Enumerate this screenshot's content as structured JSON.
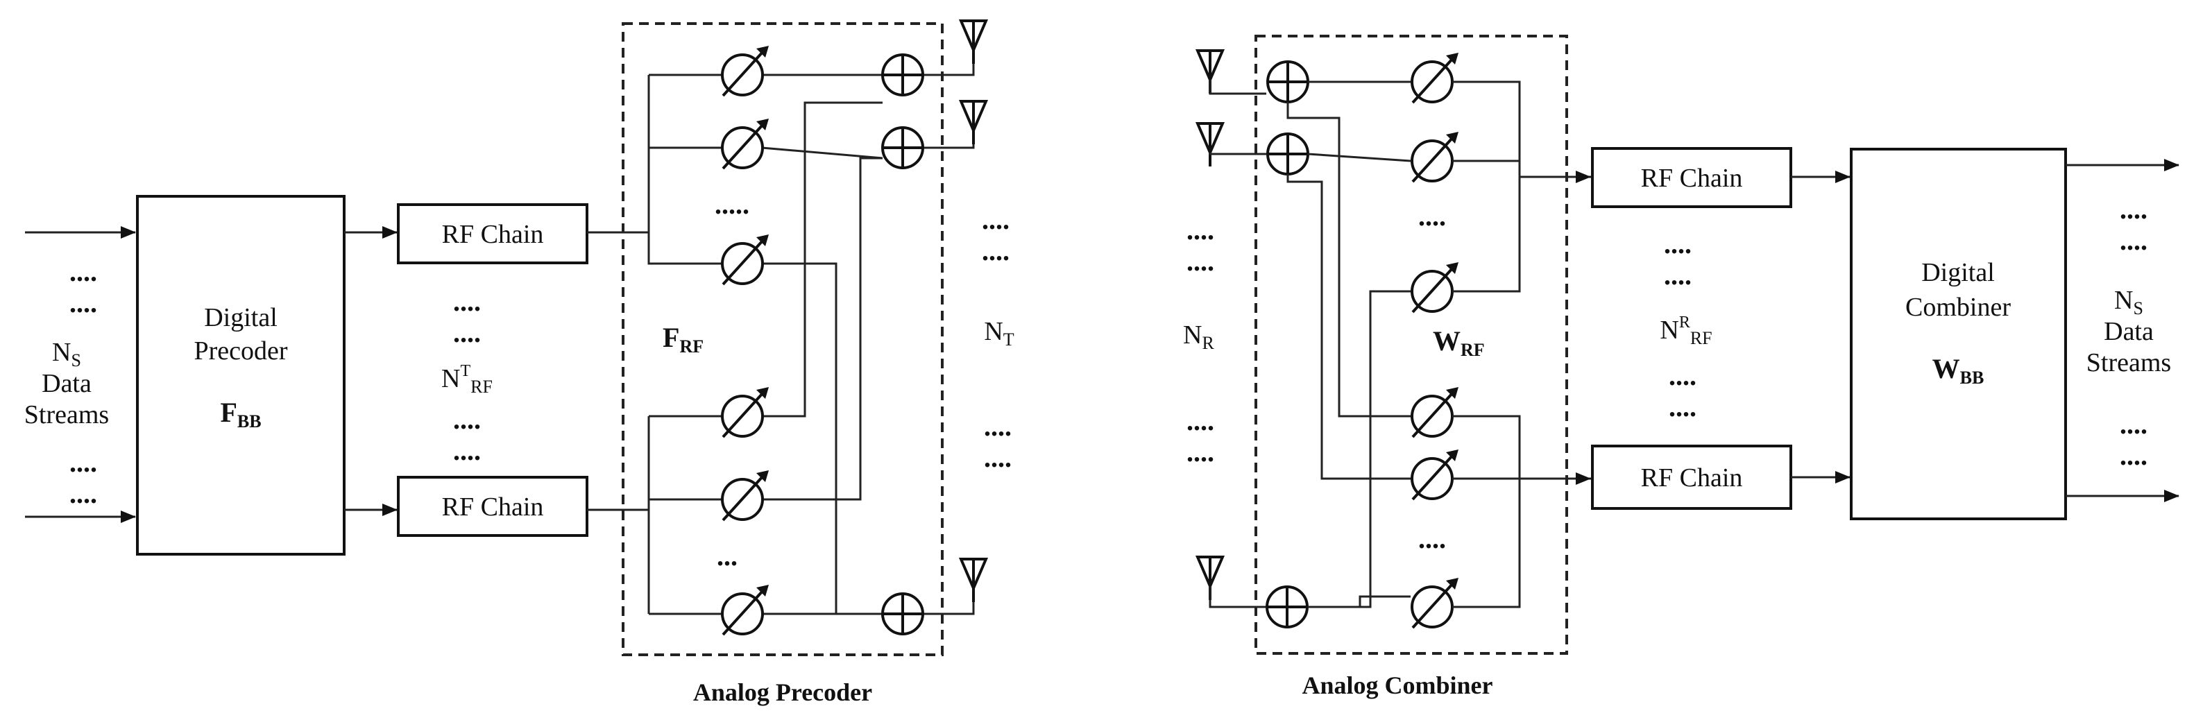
{
  "precoder": {
    "streams_dots": "....",
    "ns_label": "N",
    "ns_sub": "S",
    "data_label": "Data",
    "streams_label": "Streams",
    "digital_title": "Digital",
    "precoder_word": "Precoder",
    "fbb_main": "F",
    "fbb_sub": "BB",
    "rf_chain_label": "RF Chain",
    "ntrf_main": "N",
    "ntrf_sup": "T",
    "ntrf_sub": "RF",
    "frf_main": "F",
    "frf_sub": "RF",
    "nt_main": "N",
    "nt_sub": "T",
    "shifter_dots_a": ".....",
    "shifter_dots_b": "...",
    "caption": "Analog Precoder"
  },
  "combiner": {
    "nr_main": "N",
    "nr_sub": "R",
    "wrf_main": "W",
    "wrf_sub": "RF",
    "nrrf_main": "N",
    "nrrf_sup": "R",
    "nrrf_sub": "RF",
    "rf_chain_label": "RF Chain",
    "digital_title": "Digital",
    "combiner_word": "Combiner",
    "wbb_main": "W",
    "wbb_sub": "BB",
    "ns_label": "N",
    "ns_sub": "S",
    "data_label": "Data",
    "streams_label": "Streams",
    "dots": "....",
    "caption": "Analog Combiner"
  }
}
